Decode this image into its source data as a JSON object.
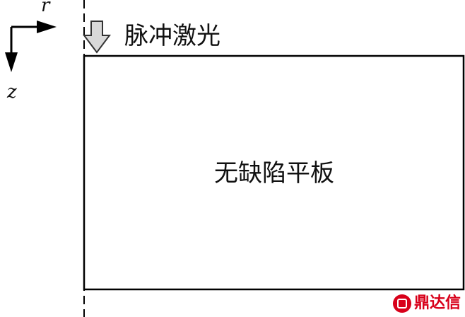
{
  "axes": {
    "r_label": "r",
    "z_label": "z"
  },
  "laser": {
    "label": "脉冲激光",
    "arrow_fill": "#d9d9d9"
  },
  "plate": {
    "label": "无缺陷平板"
  },
  "watermark": {
    "text": "鼎达信",
    "color": "#d8001a"
  }
}
